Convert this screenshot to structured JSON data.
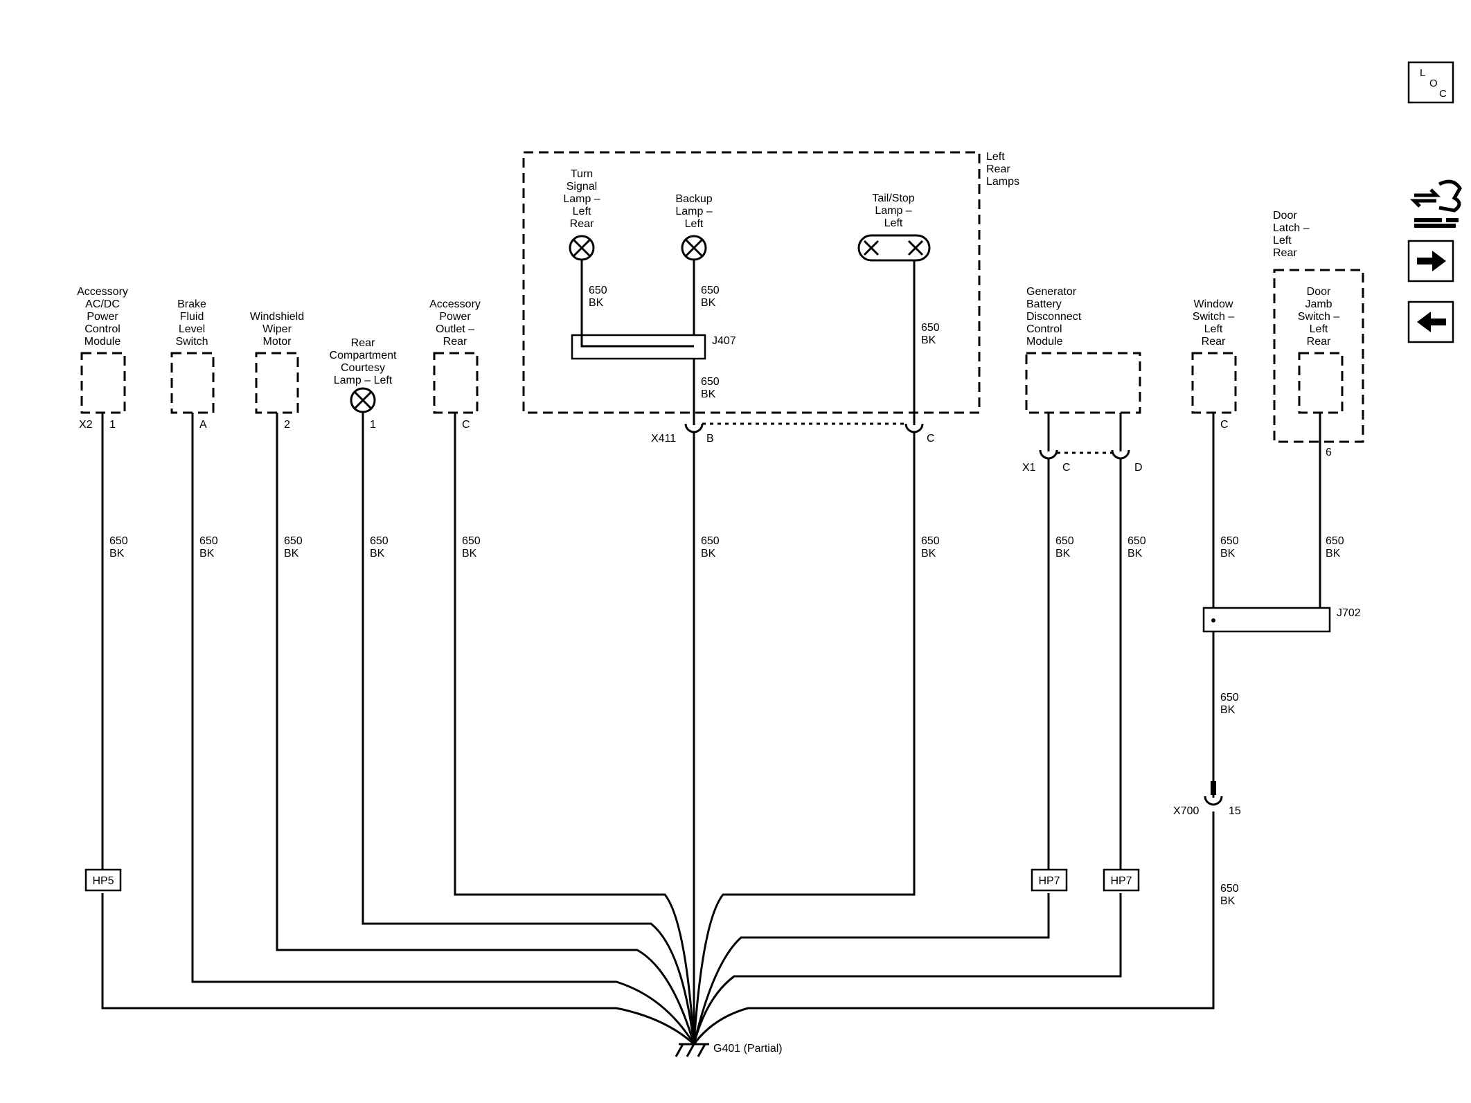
{
  "nav": {
    "loc": [
      "L",
      "O",
      "C"
    ]
  },
  "group_left_rear_lamps": [
    "Left",
    "Rear",
    "Lamps"
  ],
  "components": {
    "accessory_module": [
      "Accessory",
      "AC/DC",
      "Power",
      "Control",
      "Module"
    ],
    "brake_fluid": [
      "Brake",
      "Fluid",
      "Level",
      "Switch"
    ],
    "wiper_motor": [
      "Windshield",
      "Wiper",
      "Motor"
    ],
    "courtesy_lamp": [
      "Rear",
      "Compartment",
      "Courtesy",
      "Lamp – Left"
    ],
    "power_outlet": [
      "Accessory",
      "Power",
      "Outlet –",
      "Rear"
    ],
    "turn_signal": [
      "Turn",
      "Signal",
      "Lamp –",
      "Left",
      "Rear"
    ],
    "backup_lamp": [
      "Backup",
      "Lamp –",
      "Left"
    ],
    "tail_stop": [
      "Tail/Stop",
      "Lamp –",
      "Left"
    ],
    "gen_battery": [
      "Generator",
      "Battery",
      "Disconnect",
      "Control",
      "Module"
    ],
    "window_switch": [
      "Window",
      "Switch –",
      "Left",
      "Rear"
    ],
    "door_latch": [
      "Door",
      "Latch –",
      "Left",
      "Rear"
    ],
    "door_jamb": [
      "Door",
      "Jamb",
      "Switch –",
      "Left",
      "Rear"
    ]
  },
  "connectors": {
    "x2": "X2",
    "x411": "X411",
    "x1": "X1",
    "x700": "X700",
    "j407": "J407",
    "j702": "J702"
  },
  "pins": {
    "acc_1": "1",
    "brake_A": "A",
    "wiper_2": "2",
    "lamp_1": "1",
    "outlet_C": "C",
    "x411_B": "B",
    "x411_C": "C",
    "x1_C": "C",
    "x1_D": "D",
    "window_C": "C",
    "jamb_6": "6",
    "x700_15": "15"
  },
  "wire": {
    "circuit": "650",
    "color": "BK"
  },
  "splice_packs": {
    "hp5": "HP5",
    "hp7a": "HP7",
    "hp7b": "HP7"
  },
  "ground": "G401 (Partial)"
}
